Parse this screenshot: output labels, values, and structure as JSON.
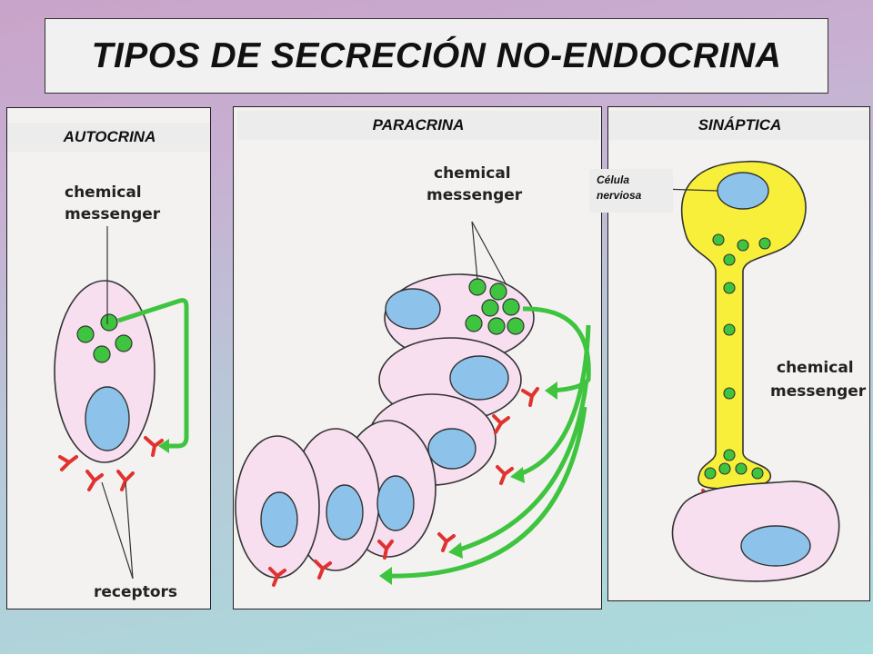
{
  "title": "TIPOS DE SECRECIÓN NO-ENDOCRINA",
  "panels": {
    "autocrina": {
      "header": "AUTOCRINA",
      "messenger_label_line1": "chemical",
      "messenger_label_line2": "messenger",
      "receptors_label": "receptors"
    },
    "paracrina": {
      "header": "PARACRINA",
      "messenger_label_line1": "chemical",
      "messenger_label_line2": "messenger"
    },
    "sinaptica": {
      "header": "SINÁPTICA",
      "cell_label_line1": "Célula",
      "cell_label_line2": "nerviosa",
      "messenger_label_line1": "chemical",
      "messenger_label_line2": "messenger"
    }
  },
  "colors": {
    "cell_fill": "#f7dff0",
    "nucleus_fill": "#8dc3ea",
    "messenger_green": "#3ec43e",
    "receptor_red": "#e0322e",
    "neuron_yellow": "#f7ef3a"
  }
}
